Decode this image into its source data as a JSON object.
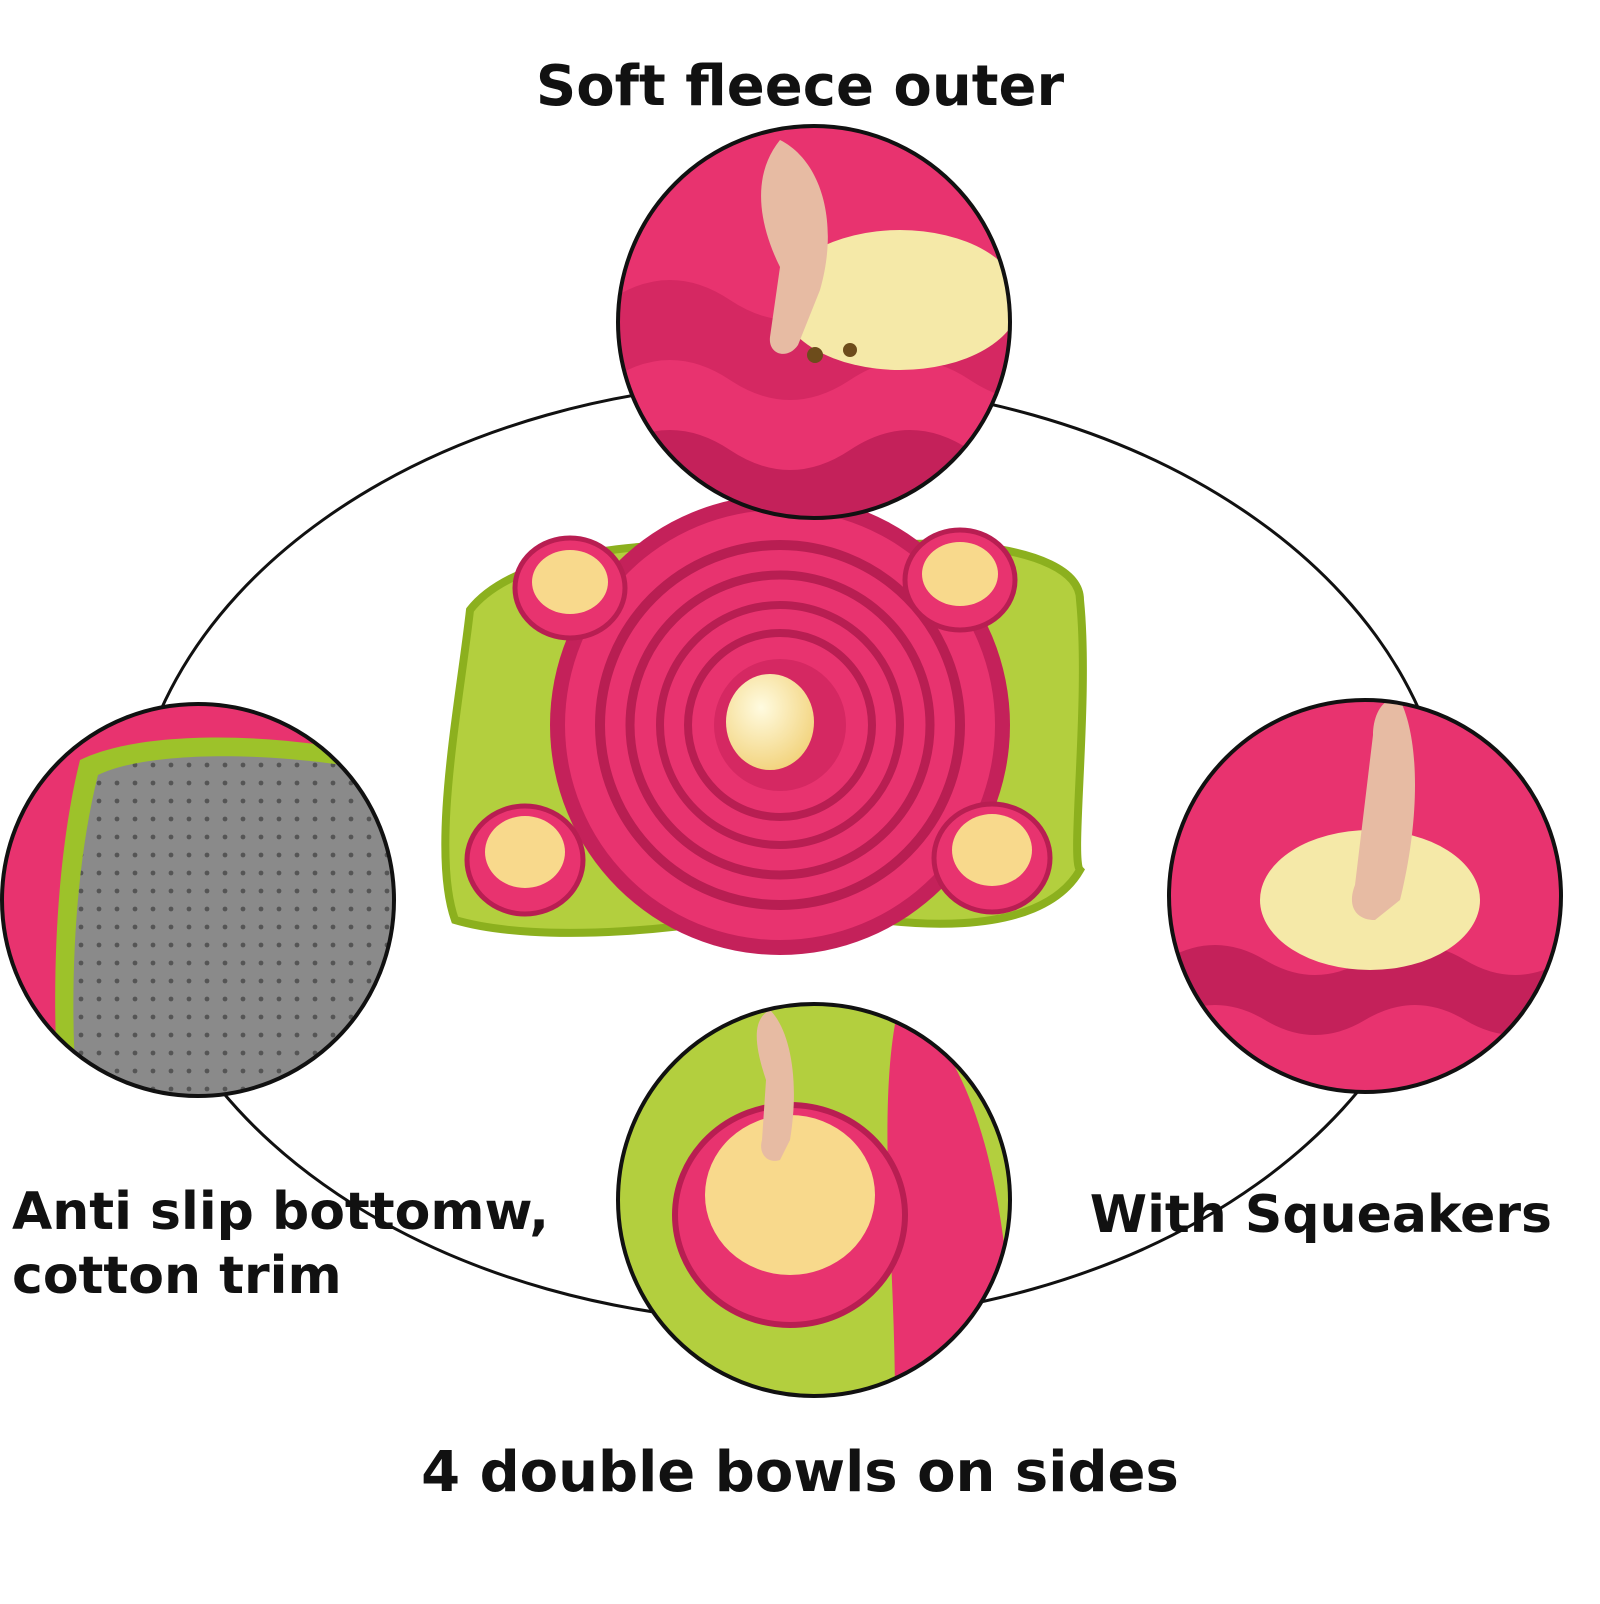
{
  "labels": {
    "top": "Soft fleece outer",
    "left_line1": "Anti slip bottomw,",
    "left_line2": "cotton trim",
    "right": "With Squeakers",
    "bottom": "4 double bowls on sides"
  },
  "colors": {
    "background": "#ffffff",
    "fleece_pink": "#e8336f",
    "fleece_pink_dark": "#b81e52",
    "trim_green": "#9dc22a",
    "base_green": "#b3cf3e",
    "insert_yellow": "#f8d98c",
    "ball_cream": "#f5e9a8",
    "mat_grey": "#8a8a8a",
    "ring_line": "#111111",
    "skin": "#e7bba3"
  },
  "icons": {
    "top": "fleece-closeup-icon",
    "left": "anti-slip-bottom-icon",
    "right": "squeaker-ball-icon",
    "bottom": "double-bowl-icon",
    "center": "snuffle-mat-icon"
  }
}
